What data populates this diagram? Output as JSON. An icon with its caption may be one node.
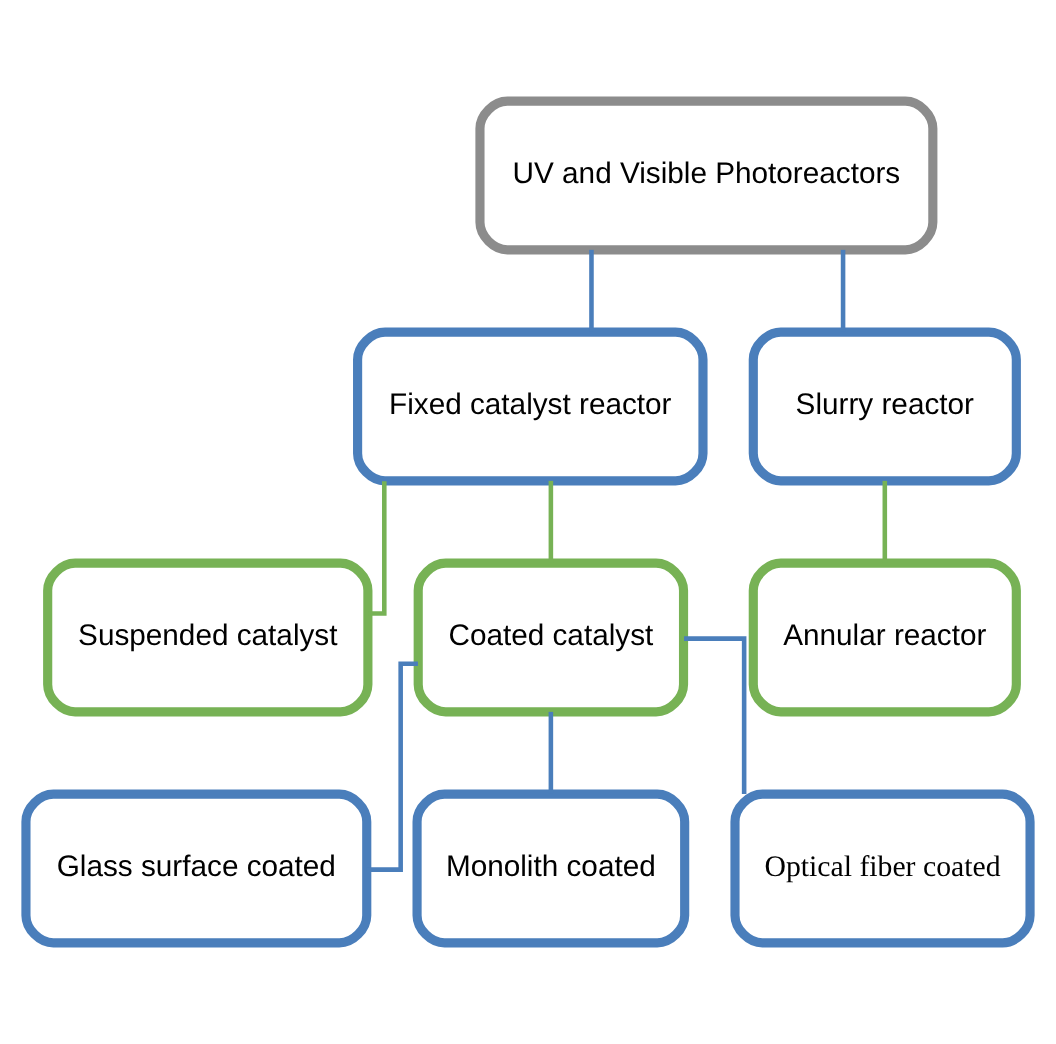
{
  "diagram": {
    "nodes": [
      {
        "text": [
          "UV and Visible Photoreactors"
        ]
      },
      {
        "text": [
          "Fixed catalyst reactor"
        ]
      },
      {
        "text": [
          "Slurry reactor"
        ]
      },
      {
        "text": [
          "Suspended catalyst"
        ]
      },
      {
        "text": [
          "Coated catalyst"
        ]
      },
      {
        "text": [
          "Annular reactor"
        ]
      },
      {
        "text": [
          "Glass surface coated"
        ]
      },
      {
        "text": [
          "Monolith coated"
        ]
      },
      {
        "text": [
          "Optical fiber coated"
        ]
      }
    ],
    "edges": [
      {
        "from": 0,
        "to": 1,
        "arrow": "none"
      },
      {
        "from": 0,
        "to": 2,
        "arrow": "none"
      },
      {
        "from": 1,
        "to": 3,
        "arrow": "none",
        "color": "#77b255"
      },
      {
        "from": 1,
        "to": 4,
        "arrow": "none",
        "color": "#77b255"
      },
      {
        "from": 2,
        "to": 5,
        "arrow": "none",
        "color": "#77b255"
      },
      {
        "from": 4,
        "to": 6,
        "arrow": "none"
      },
      {
        "from": 4,
        "to": 7,
        "arrow": "none"
      },
      {
        "from": 4,
        "to": 8,
        "arrow": "none"
      }
    ]
  }
}
